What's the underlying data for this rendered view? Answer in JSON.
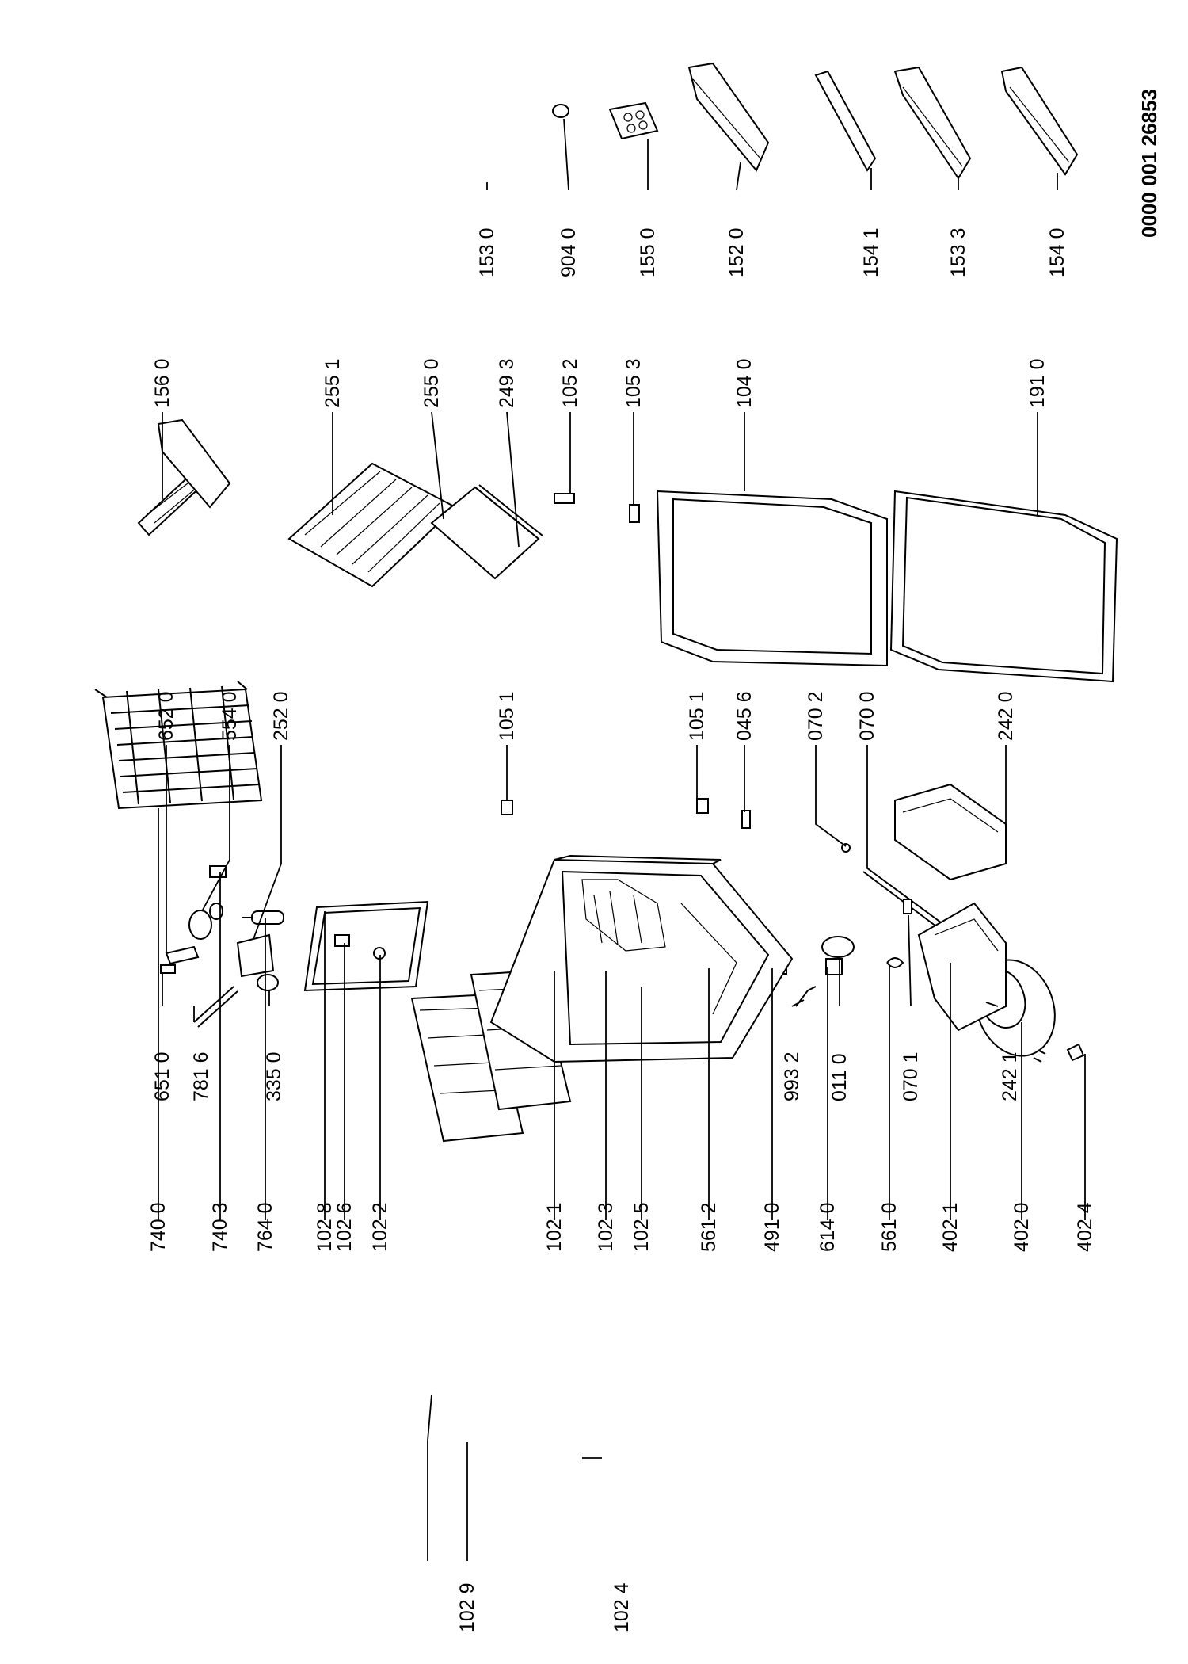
{
  "document_id": "0000 001 26853",
  "parts": {
    "p7400": "740 0",
    "p7403": "740 3",
    "p7640": "764 0",
    "p1028": "102 8",
    "p1026": "102 6",
    "p1022": "102 2",
    "p1021": "102 1",
    "p1023": "102 3",
    "p1025": "102 5",
    "p1029": "102 9",
    "p1024": "102 4",
    "p5612": "561 2",
    "p4910": "491 0",
    "p6140": "614 0",
    "p5610": "561 0",
    "p4021": "402 1",
    "p4020": "402 0",
    "p4024": "402 4",
    "p6510": "651 0",
    "p7816": "781 6",
    "p3350": "335 0",
    "p6520": "652 0",
    "p5540": "554 0",
    "p2520": "252 0",
    "p1051a": "105 1",
    "p1051b": "105 1",
    "p0456": "045 6",
    "p0702": "070 2",
    "p0700": "070 0",
    "p2420": "242 0",
    "p9932": "993 2",
    "p0110": "011 0",
    "p0701": "070 1",
    "p2421": "242 1",
    "p1560": "156 0",
    "p2551": "255 1",
    "p2550": "255 0",
    "p2493": "249 3",
    "p1052": "105 2",
    "p1053": "105 3",
    "p1040": "104 0",
    "p1910": "191 0",
    "p1530": "153 0",
    "p9040": "904 0",
    "p1550": "155 0",
    "p1520": "152 0",
    "p1541": "154 1",
    "p1533": "153 3",
    "p1540": "154 0"
  }
}
